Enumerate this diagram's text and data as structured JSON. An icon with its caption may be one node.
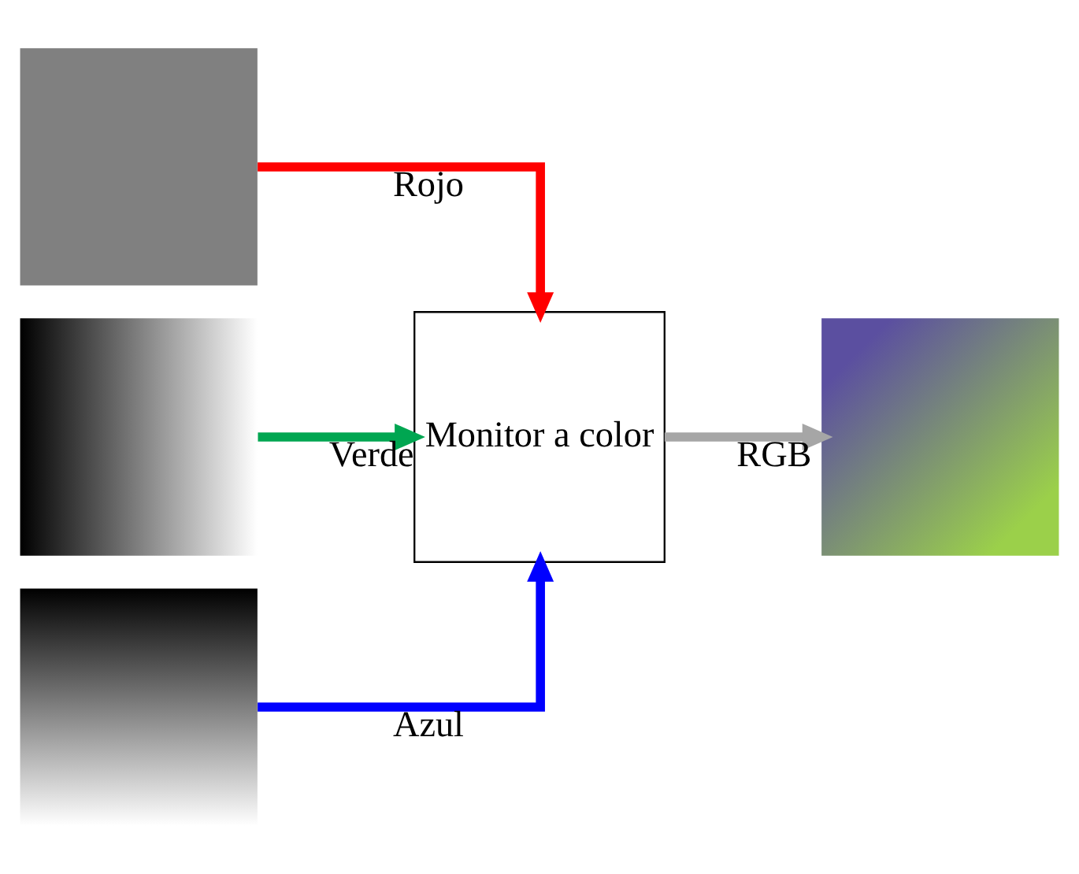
{
  "diagram": {
    "nodes": [
      {
        "text": [],
        "shape": "box"
      },
      {
        "text": [],
        "shape": "box"
      },
      {
        "text": [],
        "shape": "box"
      },
      {
        "text": [
          "Monitor a color"
        ]
      },
      {
        "text": [],
        "shape": "box"
      }
    ],
    "edges": [
      {
        "from": 0,
        "to": 3,
        "arrow": "to",
        "label": "Rojo",
        "color": "#ff0000"
      },
      {
        "from": 1,
        "to": 3,
        "arrow": "to",
        "label": "Verde",
        "color": "#00a651"
      },
      {
        "from": 2,
        "to": 3,
        "arrow": "to",
        "label": "Azul",
        "color": "#0000ff"
      },
      {
        "from": 3,
        "to": 4,
        "arrow": "to",
        "label": "RGB",
        "color": "#a6a6a6"
      }
    ]
  }
}
